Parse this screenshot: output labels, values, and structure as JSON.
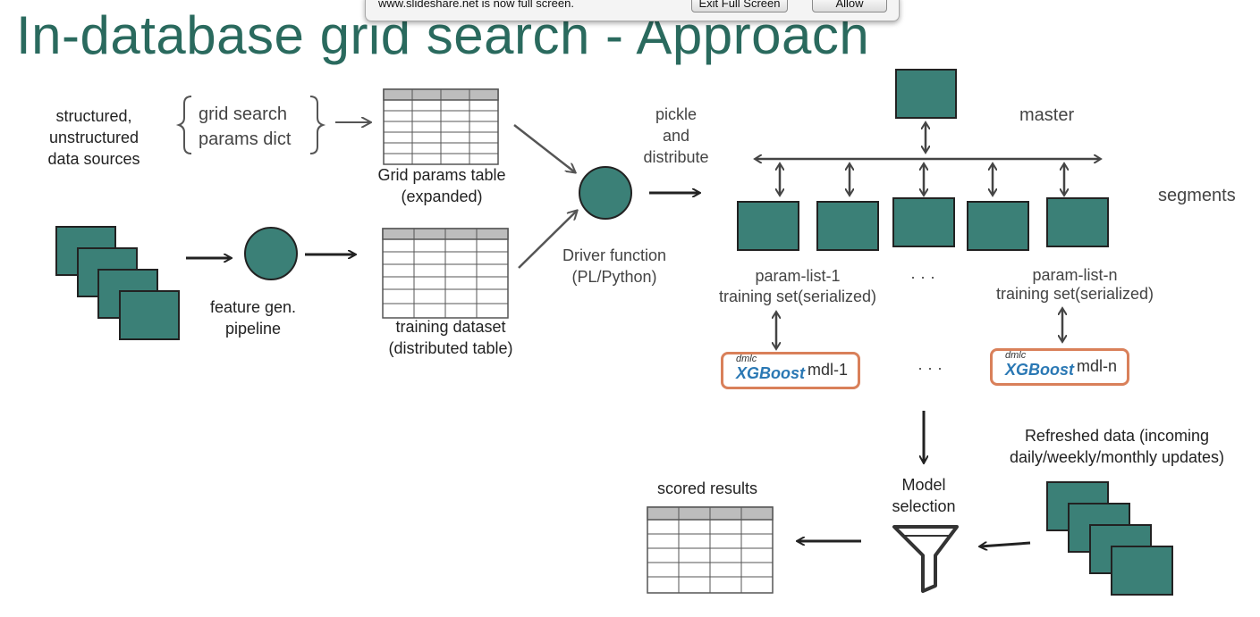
{
  "browser_notice": {
    "message": "www.slideshare.net is now full screen.",
    "exit_label": "Exit Full Screen",
    "allow_label": "Allow"
  },
  "slide": {
    "title": "In-database grid search - Approach",
    "sources_label": "structured,\nunstructured\ndata sources",
    "grid_search_label": "grid search\nparams dict",
    "grid_table_label": "Grid params table\n(expanded)",
    "feature_label": "feature gen.\npipeline",
    "training_label": "training dataset\n(distributed table)",
    "pickle_label": "pickle\nand\ndistribute",
    "driver_label": "Driver function\n(PL/Python)",
    "master_label": "master",
    "segments_label": "segments",
    "param_list_1": "param-list-1\ntraining set(serialized)",
    "param_list_n": "param-list-n\ntraining set(serialized)",
    "ellipsis_top": "· · ·",
    "ellipsis_bottom": "· · ·",
    "xgb_1": {
      "dmlc": "dmlc",
      "brand": "XGBoost",
      "model": "mdl-1"
    },
    "xgb_n": {
      "dmlc": "dmlc",
      "brand": "XGBoost",
      "model": "mdl-n"
    },
    "refreshed_label": "Refreshed data (incoming\ndaily/weekly/monthly updates)",
    "model_selection_label": "Model\nselection",
    "scored_label": "scored results"
  },
  "colors": {
    "teal": "#3b8077",
    "title": "#2a6a5e",
    "xgb_border": "#d9805a",
    "xgb_text": "#2a78b4"
  },
  "icons": [
    "funnel-icon",
    "document-stack-icon",
    "table-icon",
    "circle-node-icon"
  ]
}
